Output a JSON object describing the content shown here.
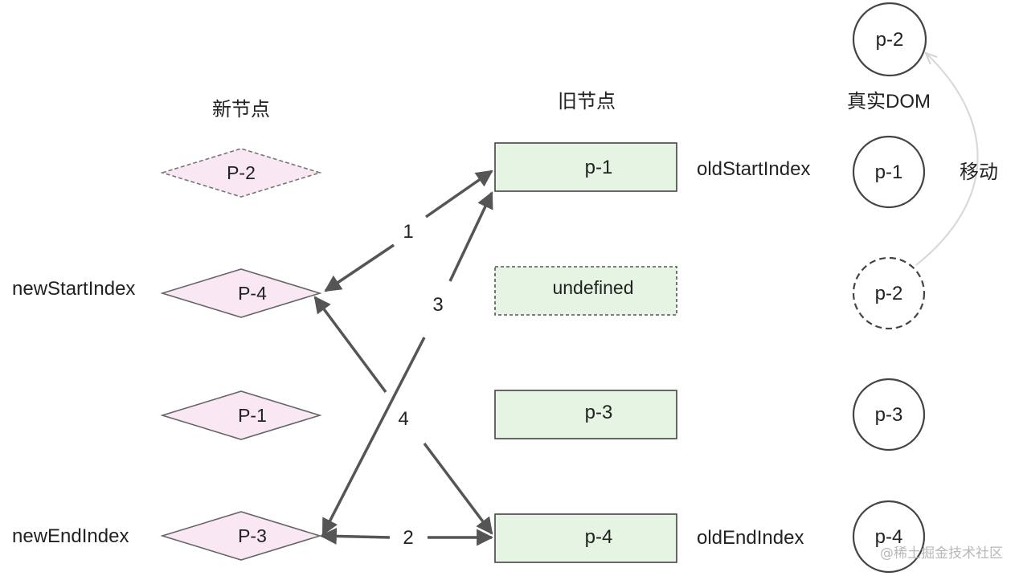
{
  "headers": {
    "new_nodes": "新节点",
    "old_nodes": "旧节点",
    "real_dom": "真实DOM"
  },
  "new_nodes": [
    "P-2",
    "P-4",
    "P-1",
    "P-3"
  ],
  "old_nodes": [
    "p-1",
    "undefined",
    "p-3",
    "p-4"
  ],
  "dom_nodes": [
    "p-2",
    "p-1",
    "p-2",
    "p-3",
    "p-4"
  ],
  "index_labels": {
    "new_start": "newStartIndex",
    "new_end": "newEndIndex",
    "old_start": "oldStartIndex",
    "old_end": "oldEndIndex"
  },
  "move_label": "移动",
  "arrow_labels": [
    "1",
    "2",
    "3",
    "4"
  ],
  "watermark": "@稀土掘金技术社区",
  "colors": {
    "diamond_fill": "#f9e8f3",
    "box_fill": "#e6f5e3",
    "box_stroke": "#444444",
    "arrow": "#555555",
    "move_arrow": "#d9d9d9"
  }
}
